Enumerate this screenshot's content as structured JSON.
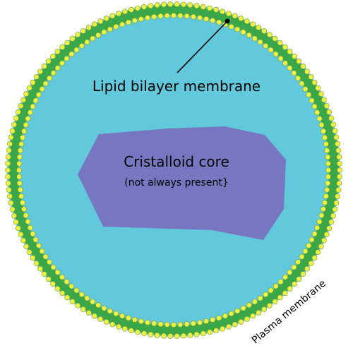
{
  "labels": {
    "membrane": "Lipid bilayer membrane",
    "core": "Cristalloid core",
    "core_note": "(not always present}",
    "plasma": "Plasma membrane"
  },
  "colors": {
    "cytoplasm": "#62c9dc",
    "bilayer_tail": "#3aa84a",
    "bilayer_head": "#e9f24a",
    "head_stroke": "#7a9a1c",
    "core": "#7677c0",
    "line": "#000000"
  },
  "icons": {
    "pointer": "leader-line-with-dot"
  }
}
